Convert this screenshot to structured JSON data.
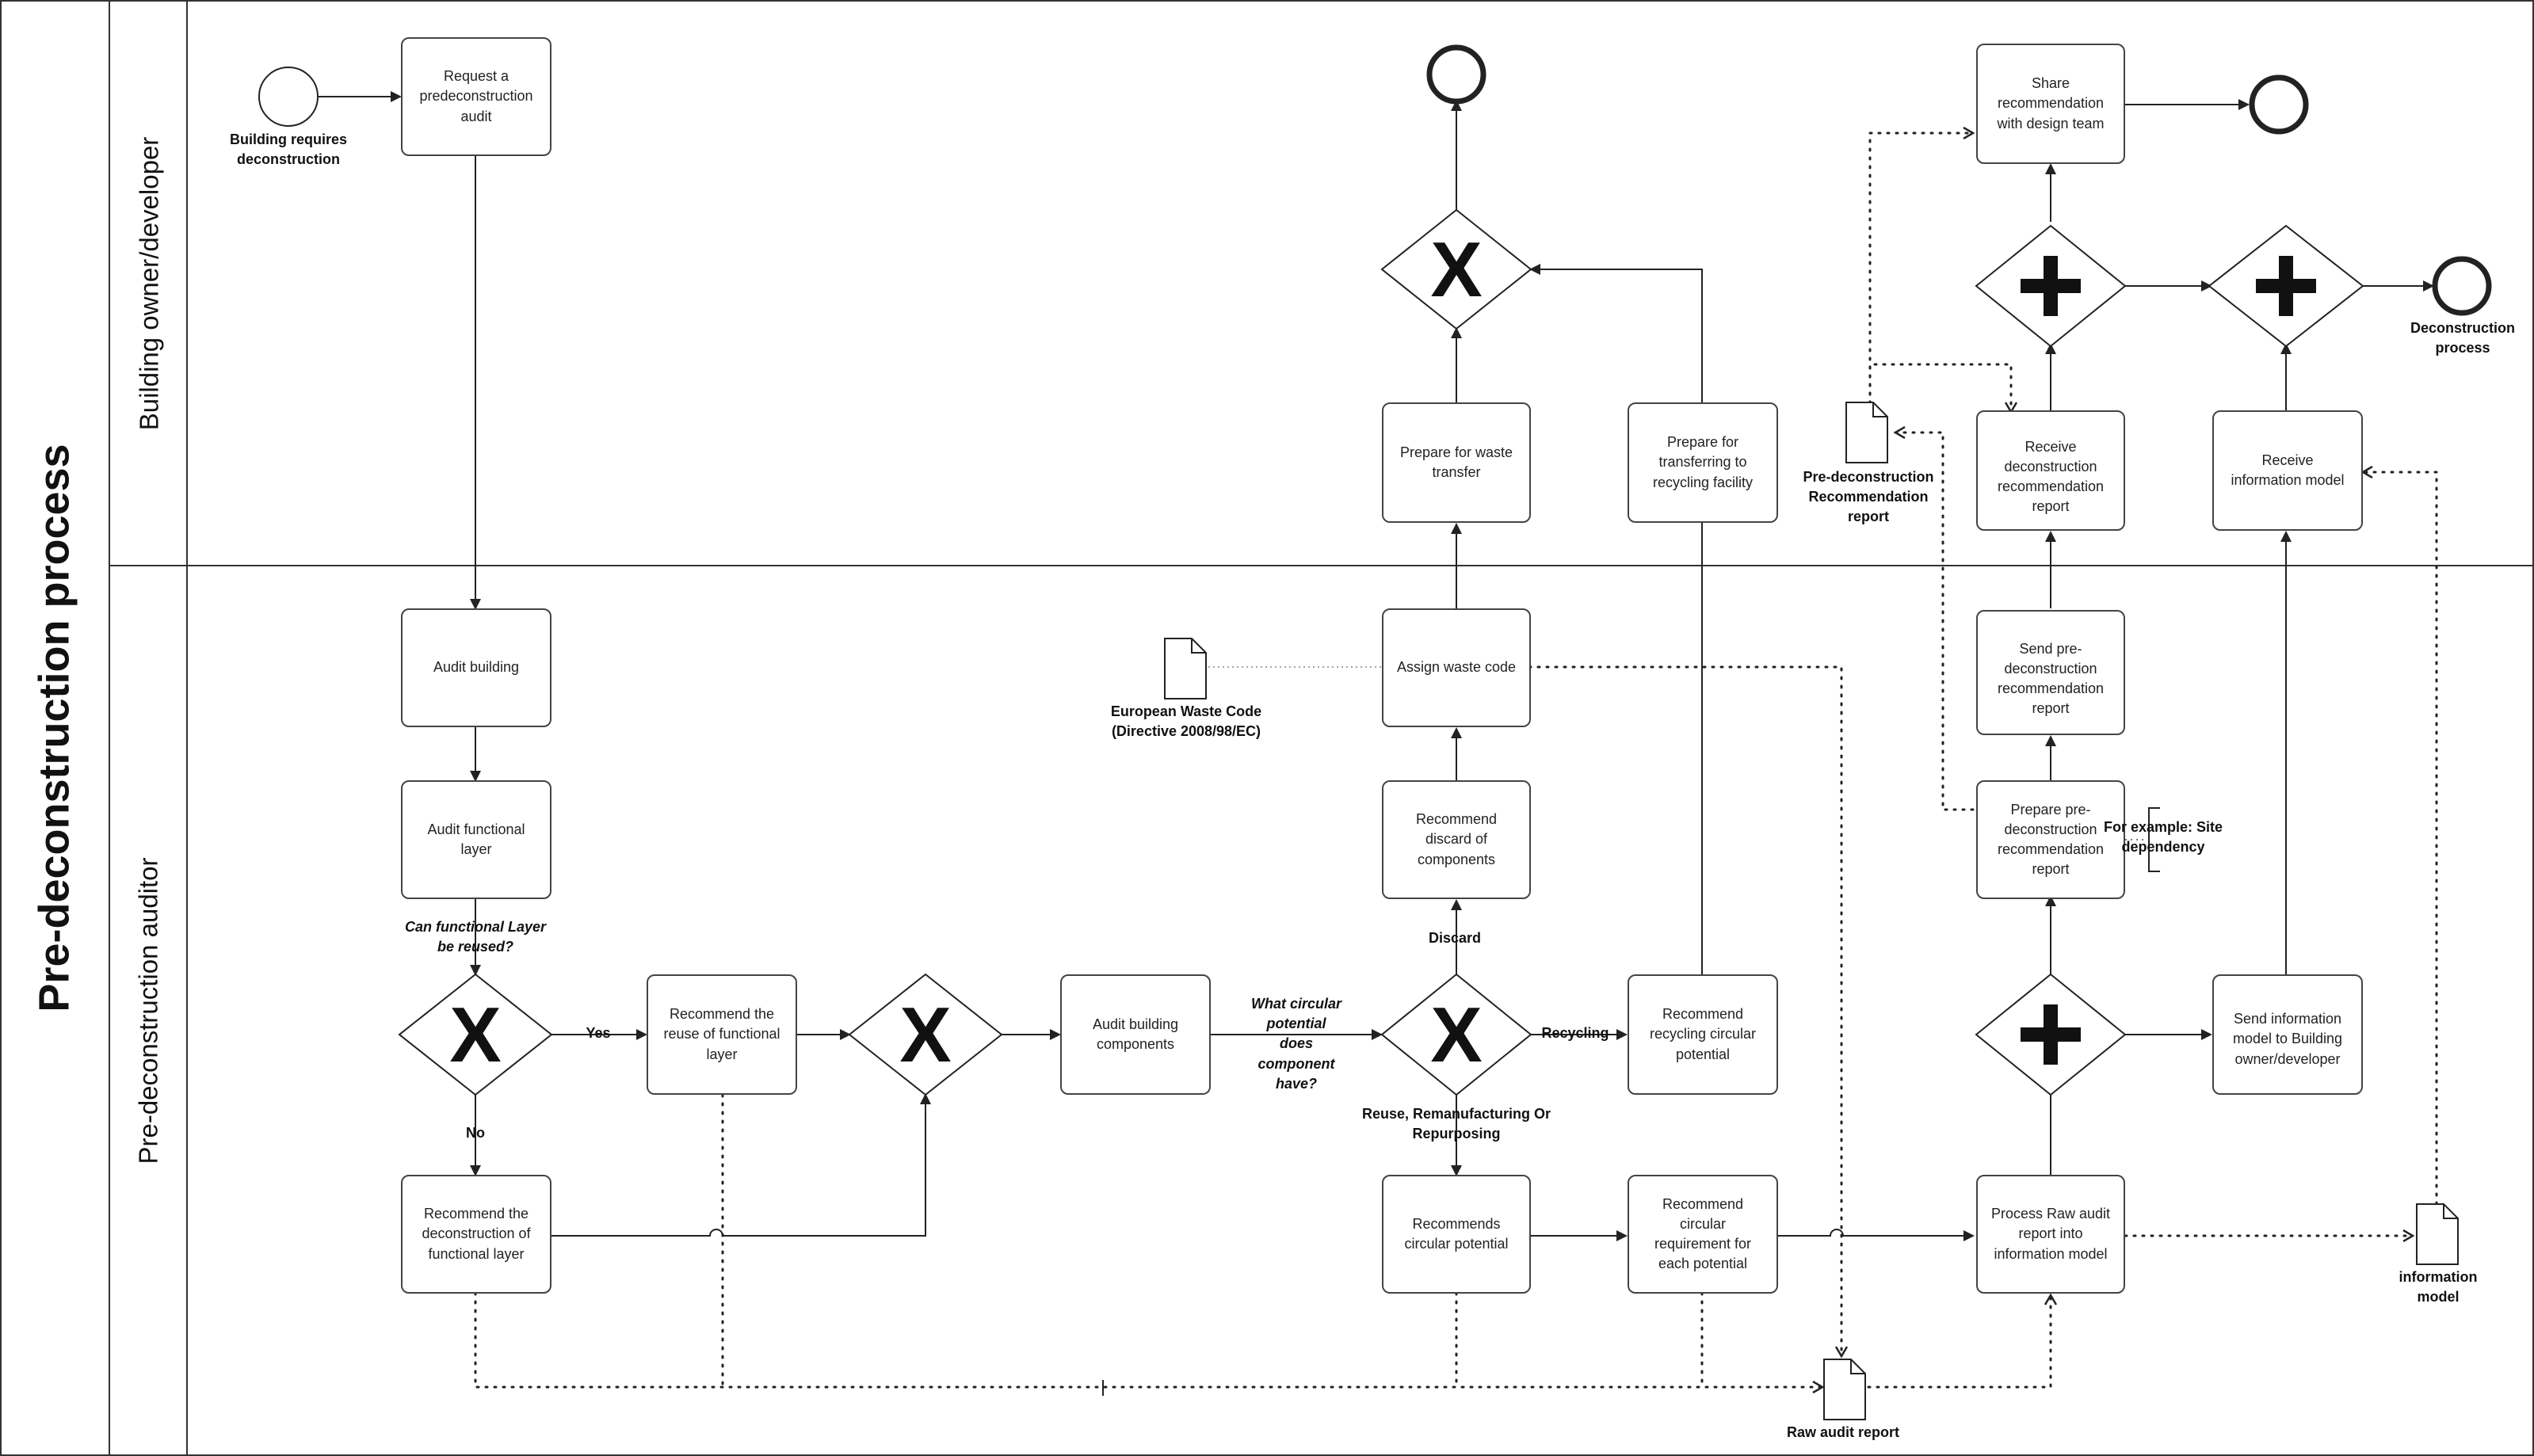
{
  "pool": {
    "title": "Pre-deconstruction process"
  },
  "lanes": {
    "owner": "Building owner/developer",
    "auditor": "Pre-deconstruction auditor"
  },
  "tasks": {
    "request_audit": "Request a predeconstruction audit",
    "prepare_waste_transfer": "Prepare for waste transfer",
    "prepare_transfer_recycling": "Prepare for transferring to recycling facility",
    "share_recommendation": "Share recommendation with design team",
    "receive_report": "Receive deconstruction recommendation report",
    "receive_model": "Receive information model",
    "audit_building": "Audit building",
    "audit_functional_layer": "Audit functional layer",
    "recommend_reuse_layer": "Recommend the reuse of functional layer",
    "recommend_deconstruction_layer": "Recommend the deconstruction of functional layer",
    "audit_components": "Audit building components",
    "recommend_discard": "Recommend discard of components",
    "assign_waste_code": "Assign waste code",
    "recommend_recycling": "Recommend recycling circular potential",
    "recommends_circular": "Recommends circular potential",
    "recommend_requirement": "Recommend circular requirement for each potential",
    "process_raw_report": "Process Raw audit report into information model",
    "prepare_recommendation": "Prepare pre-deconstruction recommendation report",
    "send_recommendation": "Send pre-deconstruction recommendation report",
    "send_model": "Send information model to Building owner/developer"
  },
  "events": {
    "start": "Building requires deconstruction",
    "end_process": "Deconstruction process"
  },
  "labels": {
    "q_functional": "Can functional Layer be reused?",
    "yes": "Yes",
    "no": "No",
    "q_circular": "What circular potential does component have?",
    "discard": "Discard",
    "recycling": "Recycling",
    "reuse": "Reuse, Remanufacturing Or Repurposing",
    "annotation": "For example: Site dependency"
  },
  "artifacts": {
    "ewc": "European Waste Code (Directive 2008/98/EC)",
    "report_doc": "Pre-deconstruction Recommendation report",
    "raw_audit": "Raw audit report",
    "info_model": "information model"
  },
  "gateway_markers": {
    "exclusive": "X"
  },
  "colors": {
    "line": "#222222",
    "box_border": "#444444",
    "background": "#ffffff"
  }
}
